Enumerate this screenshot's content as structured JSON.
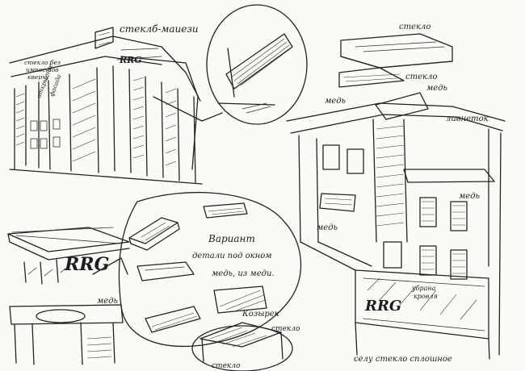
{
  "labels": {
    "top_left_title": "стеклб-маиези",
    "note_glass_1": "стекло без",
    "note_glass_2": "импостов",
    "note_glass_3": "кверху",
    "note_open": "открытые",
    "note_fasad": "фасада",
    "logo_top": "RRG",
    "steklo_top": "стекло",
    "steklo_mid": "стекло",
    "med_1": "медь",
    "med_2": "медь",
    "med_3": "медь",
    "med_4": "медь",
    "med_5": "медь",
    "livneton": "ливнеток",
    "variant_1": "Вариант",
    "variant_2": "детали под окном",
    "variant_3": "медь, из меди.",
    "kozyrek": "Козырек",
    "steklo_canopy": "стекло",
    "steklo_bottom": "стекло",
    "ubrana": "убрана",
    "ubrana_2": "кровля",
    "bottom_note": "селу стекло сплошное",
    "logo_bottom_left": "RRG",
    "logo_storefront": "RRG"
  }
}
